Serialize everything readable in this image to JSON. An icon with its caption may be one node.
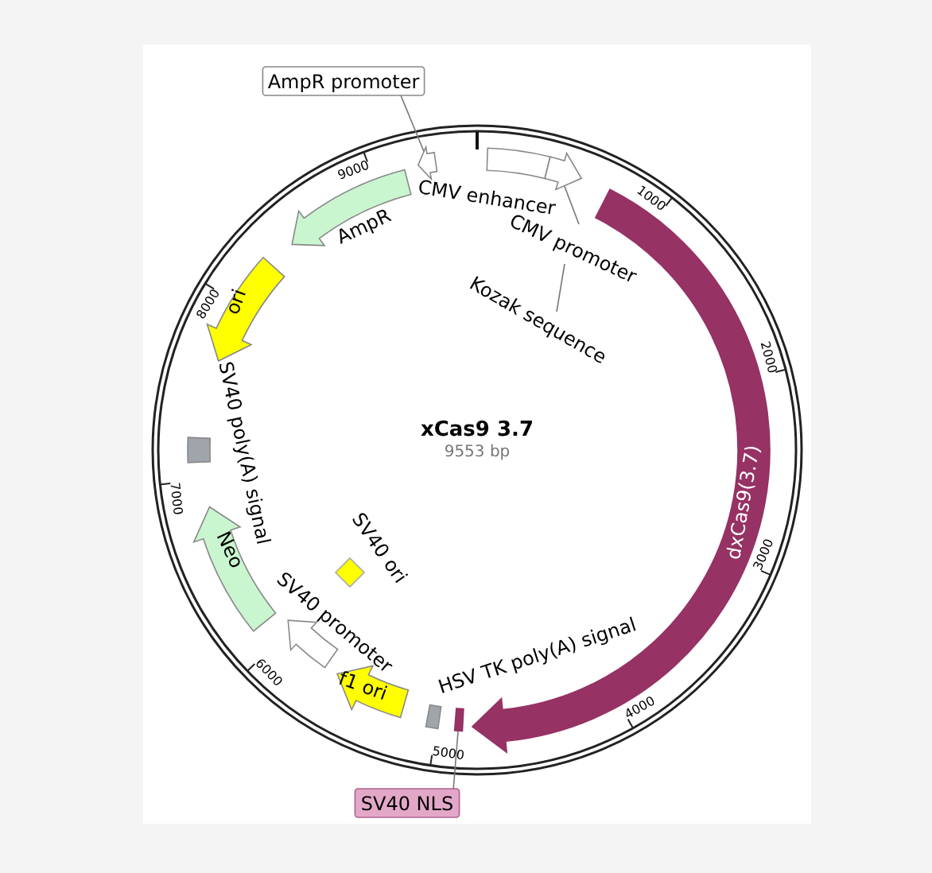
{
  "diagram": {
    "title": "xCas9 3.7",
    "nodes": [
      {
        "text": [
          "AmpR promoter"
        ]
      },
      {
        "text": [],
        "shape": "arrow"
      },
      {
        "text": [
          "CMV enhancer"
        ]
      },
      {
        "text": [
          "CMV promoter"
        ]
      },
      {
        "text": [],
        "shape": "arrow"
      },
      {
        "text": [
          "Kozak sequence"
        ]
      },
      {
        "text": [
          "dxCas9(3.7)"
        ]
      },
      {
        "text": [
          "HSV TK poly(A) signal"
        ]
      },
      {
        "text": [
          "SV40 NLS"
        ]
      },
      {
        "text": [],
        "shape": "bar"
      },
      {
        "text": [
          "f1 ori"
        ]
      },
      {
        "text": [
          "SV40 promoter"
        ]
      },
      {
        "text": [
          "Neo"
        ]
      },
      {
        "text": [
          "SV40 poly(A) signal"
        ]
      },
      {
        "text": [
          "ori"
        ]
      },
      {
        "text": [
          "AmpR"
        ]
      },
      {
        "text": [
          "SV40 ori"
        ]
      }
    ],
    "edges": [
      {
        "from": 0,
        "to": 1,
        "arrow": "none"
      },
      {
        "from": 3,
        "to": 4,
        "arrow": "none"
      },
      {
        "from": 5,
        "to": 3,
        "arrow": "none"
      },
      {
        "from": 8,
        "to": 9,
        "arrow": "none"
      }
    ],
    "labels": [
      "9553 bp",
      "1000",
      "2000",
      "3000",
      "4000",
      "5000",
      "6000",
      "7000",
      "8000",
      "9000"
    ]
  }
}
